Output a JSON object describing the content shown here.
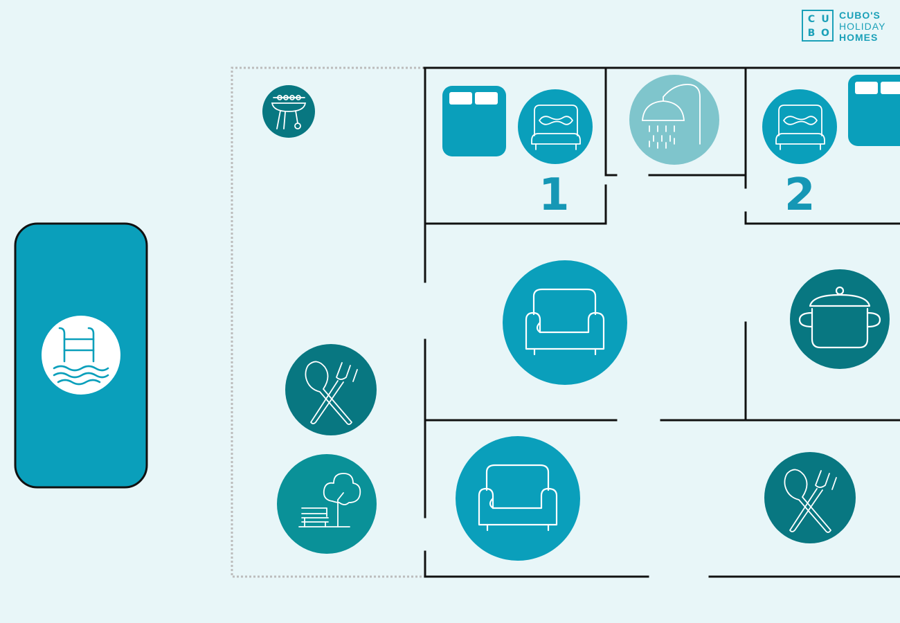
{
  "brand": {
    "mark_letters": [
      "C",
      "U",
      "B",
      "O"
    ],
    "name_line1": "CUBO'S",
    "name_line2": "HOLIDAY",
    "name_line3": "HOMES",
    "color": "#1aa0b8"
  },
  "rooms": {
    "bedroom_1_number": "1",
    "bedroom_2_number": "2"
  },
  "colors": {
    "background": "#e8f6f8",
    "wall": "#111111",
    "terrace_border": "#bcbcbc",
    "primary_blue": "#0a9fbb",
    "dark_teal": "#087781",
    "mid_teal": "#0a9198",
    "light_teal": "#7fc5cc",
    "pool": "#0a9fbb",
    "number": "#1597b5"
  },
  "icons": [
    "pool-ladder-icon",
    "barbecue-icon",
    "double-bed-icon",
    "shower-icon",
    "sofa-icon",
    "cooking-pot-icon",
    "dining-cutlery-icon",
    "garden-bench-tree-icon"
  ]
}
